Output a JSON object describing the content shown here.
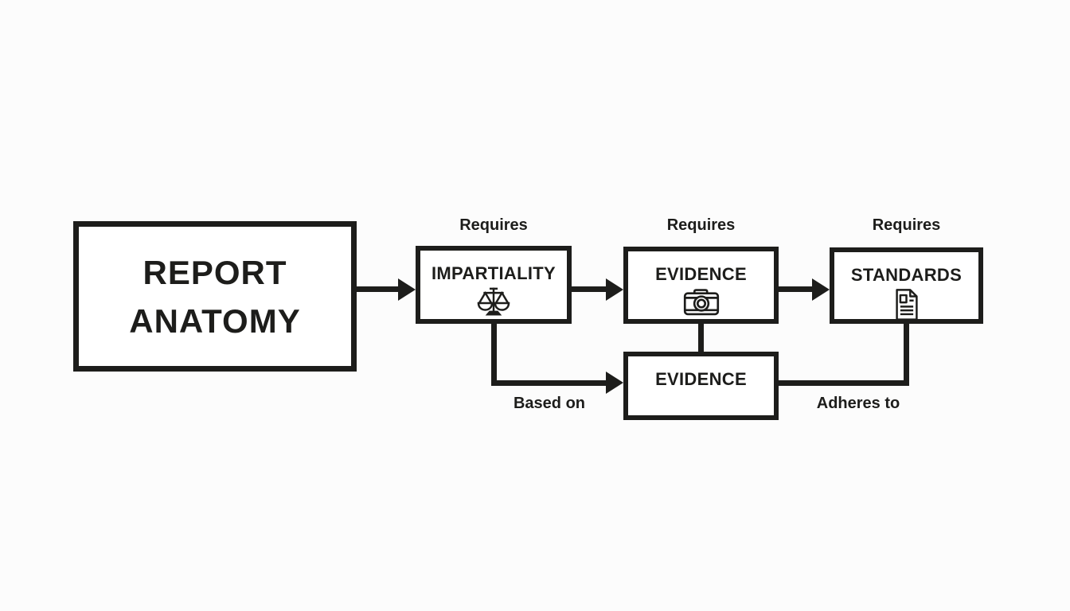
{
  "diagram": {
    "title": "Report anatomy flow diagram",
    "colors": {
      "ink": "#1d1d1b",
      "background": "#fcfcfc",
      "box_fill": "#ffffff"
    },
    "root": {
      "label_line1": "REPORT",
      "label_line2": "ANATOMY"
    },
    "nodes": [
      {
        "label": "IMPARTIALITY",
        "icon": "scales-icon",
        "relation_above": "Requires"
      },
      {
        "label": "EVIDENCE",
        "icon": "camera-icon",
        "relation_above": "Requires"
      },
      {
        "label": "STANDARDS",
        "icon": "document-icon",
        "relation_above": "Requires"
      }
    ],
    "bottom_node": {
      "label": "EVIDENCE"
    },
    "edge_labels": {
      "based_on": "Based on",
      "adheres_to": "Adheres to"
    }
  }
}
